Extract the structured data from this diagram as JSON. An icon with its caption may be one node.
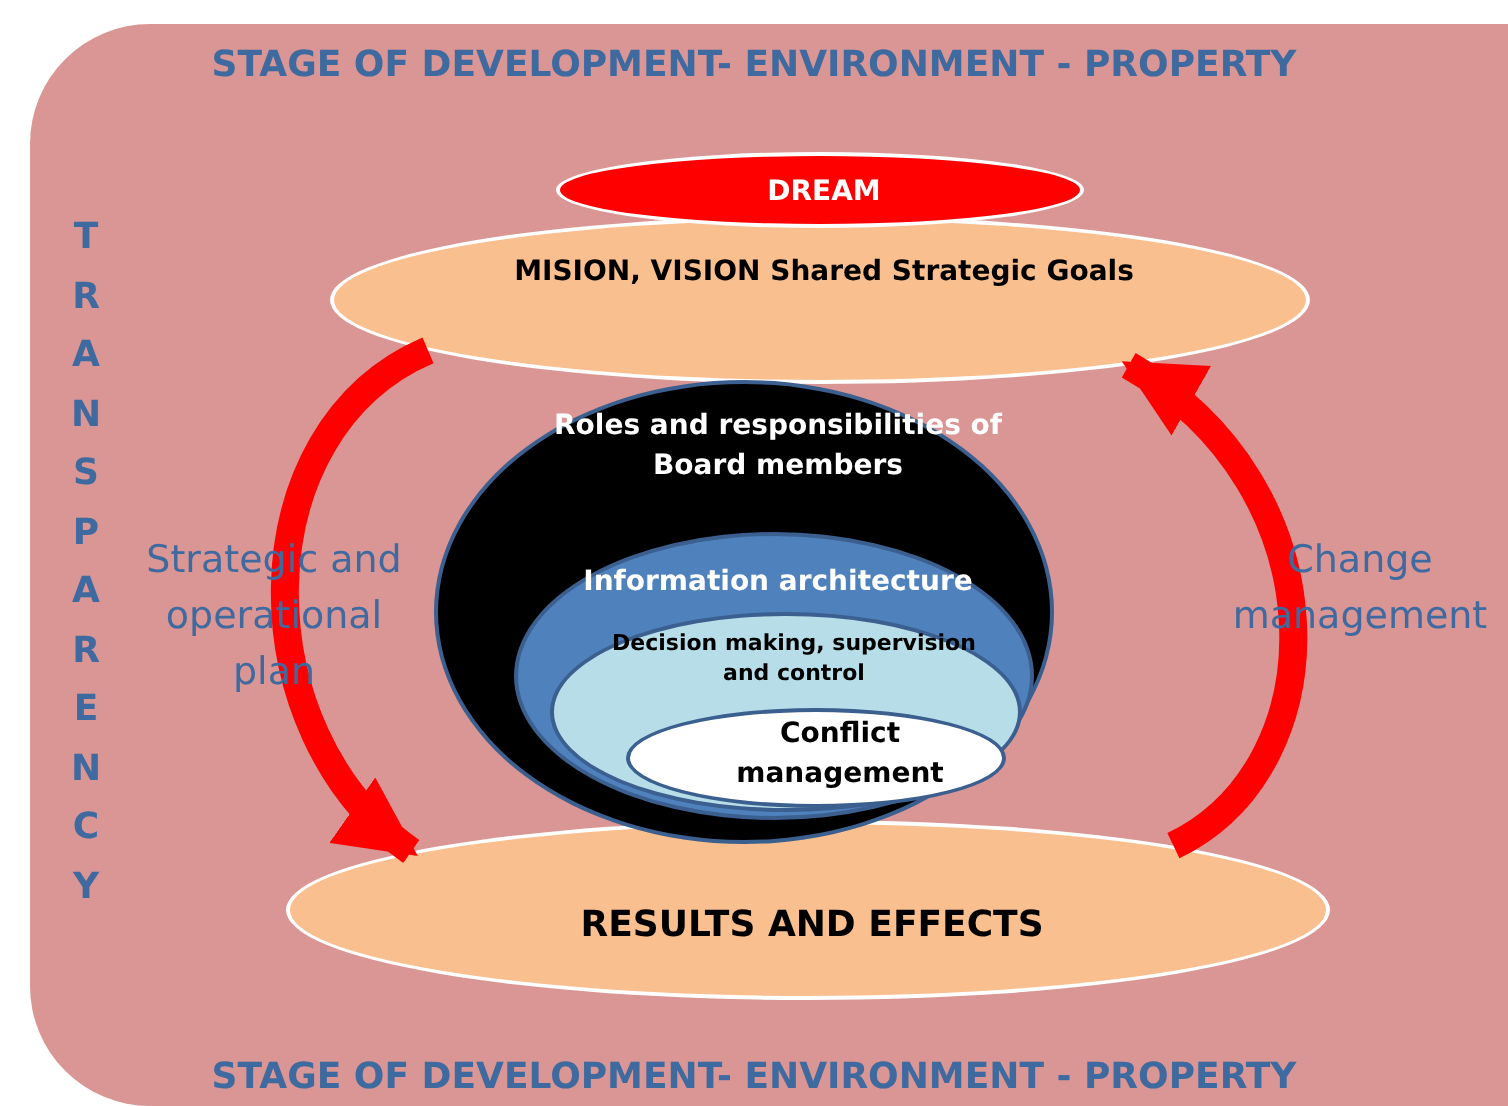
{
  "diagram": {
    "nodes": [
      {
        "text": [
          "MISION, VISION Shared Strategic Goals"
        ]
      },
      {
        "text": [
          "DREAM"
        ]
      },
      {
        "text": [
          "RESULTS AND EFFECTS"
        ]
      },
      {
        "text": [
          "Roles and responsibilities of Board members"
        ]
      },
      {
        "text": [
          "Information architecture"
        ],
        "in": 3
      },
      {
        "text": [
          "Decision making, supervision and control"
        ],
        "in": 4
      },
      {
        "text": [
          "Conflict management"
        ],
        "in": 5
      }
    ],
    "edges": [
      {
        "from": 0,
        "to": 2,
        "arrow": "to"
      },
      {
        "from": 2,
        "to": 0,
        "arrow": "to"
      }
    ],
    "labels": [
      "STAGE OF DEVELOPMENT- ENVIRONMENT - PROPERTY",
      "TRANSPARENCY",
      "Strategic and operational plan",
      "Change management",
      "STAGE OF DEVELOPMENT- ENVIRONMENT - PROPERTY"
    ]
  }
}
